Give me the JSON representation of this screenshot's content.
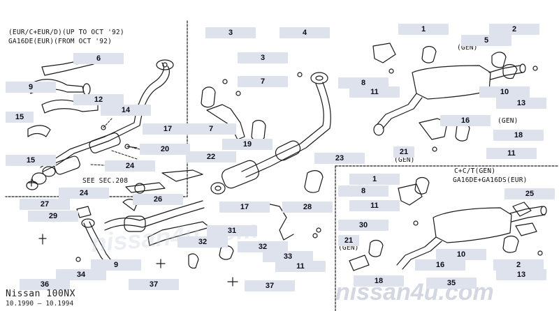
{
  "model": {
    "name": "Nissan 100NX",
    "dates": "10.1990 – 10.1994"
  },
  "watermark": {
    "text": "nissan4u.com",
    "color": "#c8cfdb"
  },
  "notes": {
    "variant_top_left_1": "(EUR/C+EUR/D)(UP TO OCT '92)",
    "variant_top_left_2": "GA16DE(EUR)(FROM OCT '92)",
    "variant_right_1": "C+C/T(GEN)",
    "variant_right_2": "GA16DE+GA16DS(EUR)",
    "see_section": "SEE SEC.208",
    "gen_tag": "(GEN)"
  },
  "callouts": [
    "3",
    "4",
    "1",
    "2",
    "3",
    "5",
    "6",
    "9",
    "12",
    "7",
    "8",
    "11",
    "10",
    "13",
    "14",
    "15",
    "17",
    "16",
    "7",
    "19",
    "18",
    "15",
    "20",
    "21",
    "11",
    "24",
    "22",
    "23",
    "24",
    "28",
    "1",
    "8",
    "25",
    "11",
    "27",
    "26",
    "29",
    "31",
    "30",
    "21",
    "10",
    "32",
    "32",
    "34",
    "37",
    "36",
    "37",
    "33",
    "11",
    "9",
    "17",
    "2",
    "13",
    "18",
    "35",
    "16"
  ],
  "colors": {
    "callout_bg": "#dde2ec",
    "line": "#1a1a1a"
  }
}
